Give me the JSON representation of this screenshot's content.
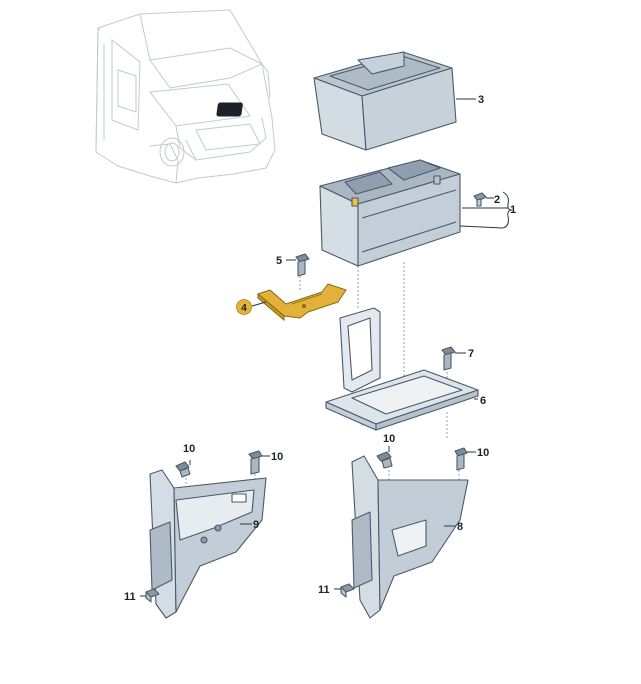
{
  "callouts": [
    {
      "id": "1",
      "label": "1"
    },
    {
      "id": "2",
      "label": "2"
    },
    {
      "id": "3",
      "label": "3"
    },
    {
      "id": "4",
      "label": "4",
      "highlighted": true
    },
    {
      "id": "5",
      "label": "5"
    },
    {
      "id": "6",
      "label": "6"
    },
    {
      "id": "7",
      "label": "7"
    },
    {
      "id": "8",
      "label": "8"
    },
    {
      "id": "9",
      "label": "9"
    },
    {
      "id": "10a",
      "label": "10"
    },
    {
      "id": "10b",
      "label": "10"
    },
    {
      "id": "10c",
      "label": "10"
    },
    {
      "id": "10d",
      "label": "10"
    },
    {
      "id": "11a",
      "label": "11"
    },
    {
      "id": "11b",
      "label": "11"
    }
  ],
  "colors": {
    "line": "#4a5a68",
    "fill_light": "#dfe6ec",
    "fill_mid": "#c4cfd9",
    "fill_dark": "#8a9aa8",
    "vehicle_line": "#c9d0d6",
    "highlight": "#e3b23a"
  }
}
